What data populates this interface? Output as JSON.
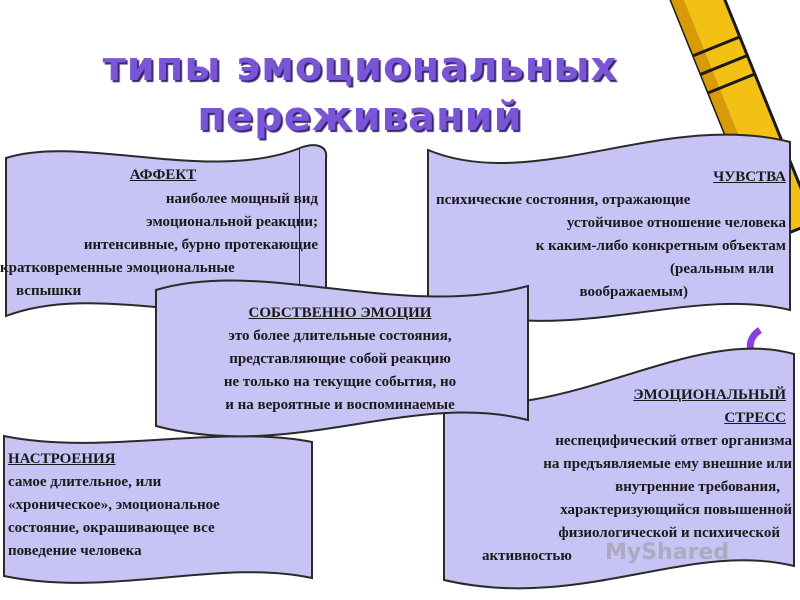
{
  "title": {
    "line1": "типы эмоциональных",
    "line2": "переживаний"
  },
  "colors": {
    "title": "#7a55d6",
    "card_fill": "#c7c3f4",
    "card_stroke": "#2a2a2a",
    "pencil": "#f3c014"
  },
  "cards": {
    "affect": {
      "heading": "АФФЕКТ",
      "lines": [
        "наиболее мощный вид",
        "эмоциональной реакции;",
        "интенсивные, бурно протекающие",
        "кратковременные эмоциональные",
        "вспышки"
      ]
    },
    "feelings": {
      "heading": "ЧУВСТВА",
      "lines": [
        "психические состояния, отражающие",
        "устойчивое отношение человека",
        "к каким-либо конкретным объектам",
        "(реальным или",
        "воображаемым)"
      ]
    },
    "emotions": {
      "heading": "СОБСТВЕННО ЭМОЦИИ",
      "lines": [
        "это более длительные состояния,",
        "представляющие собой реакцию",
        "не только на текущие события, но",
        "и на вероятные и воспоминаемые"
      ]
    },
    "moods": {
      "heading": "НАСТРОЕНИЯ",
      "lines": [
        "самое длительное, или",
        "«хроническое», эмоциональное",
        "состояние, окрашивающее все",
        "поведение человека"
      ]
    },
    "stress": {
      "heading1": "ЭМОЦИОНАЛЬНЫЙ",
      "heading2": "СТРЕСС",
      "lines": [
        "неспецифический ответ организма",
        "на предъявляемые ему внешние или",
        "внутренние требования,",
        "характеризующийся повышенной",
        "физиологической и психической",
        "активностью"
      ]
    }
  },
  "watermark": "MyShared"
}
